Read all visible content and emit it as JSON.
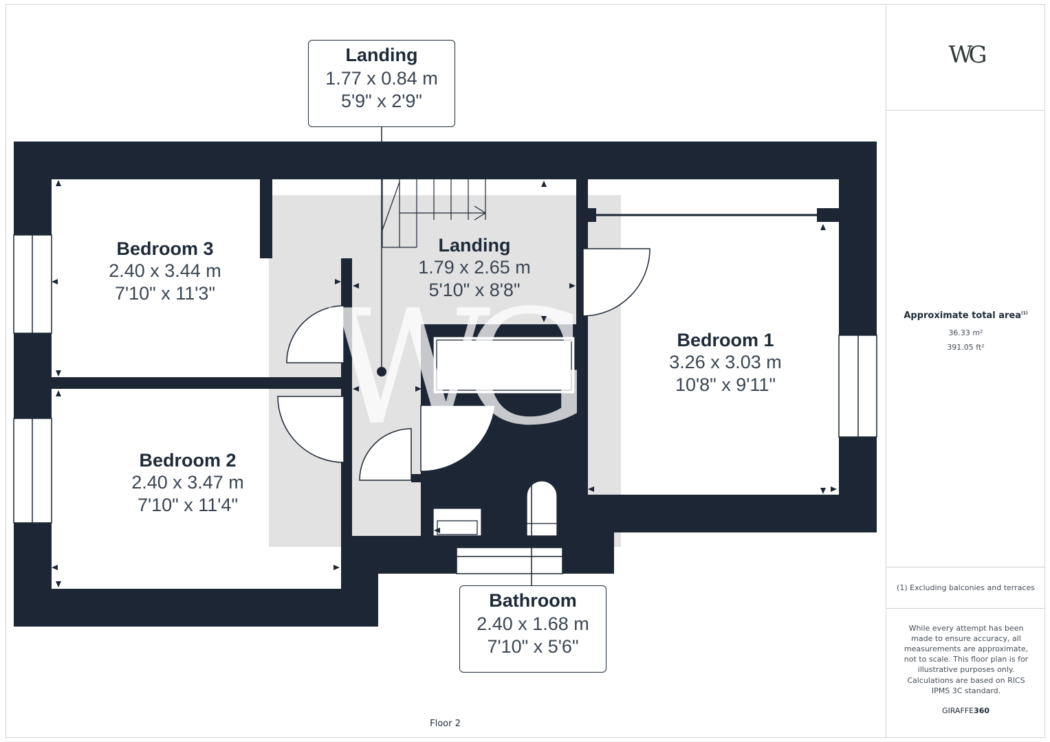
{
  "rooms": {
    "bedroom_3": {
      "name": "Bedroom 3",
      "metric": "2.40 x 3.44 m",
      "imperial": "7'10\" x 11'3\""
    },
    "bedroom_2": {
      "name": "Bedroom 2",
      "metric": "2.40 x 3.47 m",
      "imperial": "7'10\" x 11'4\""
    },
    "bedroom_1": {
      "name": "Bedroom 1",
      "metric": "3.26 x 3.03 m",
      "imperial": "10'8\" x 9'11\""
    },
    "landing_main": {
      "name": "Landing",
      "metric": "1.79 x 2.65 m",
      "imperial": "5'10\" x 8'8\""
    }
  },
  "callouts": {
    "landing": {
      "name": "Landing",
      "metric": "1.77 x 0.84 m",
      "imperial": "5'9\" x 2'9\""
    },
    "bathroom": {
      "name": "Bathroom",
      "metric": "2.40 x 1.68 m",
      "imperial": "7'10\" x 5'6\""
    }
  },
  "floor_label": "Floor 2",
  "sidebar": {
    "logo": "WG",
    "area_label": "Approximate total area",
    "area_note_marker": "(1)",
    "area_sqm": "36.33 m²",
    "area_sqft": "391.05 ft²",
    "footnote": "(1) Excluding balconies and terraces",
    "disclaimer_1": "While every attempt has been made to ensure accuracy, all measurements are approximate, not to scale. This floor plan is for illustrative purposes only.",
    "disclaimer_2": "Calculations are based on RICS IPMS 3C standard.",
    "brand_prefix": "GIRAFFE",
    "brand_suffix": "360"
  },
  "watermark": "WG",
  "colors": {
    "wall": "#1c2634",
    "landing_fill": "#e2e2e2",
    "watermark": "#ffffff"
  }
}
